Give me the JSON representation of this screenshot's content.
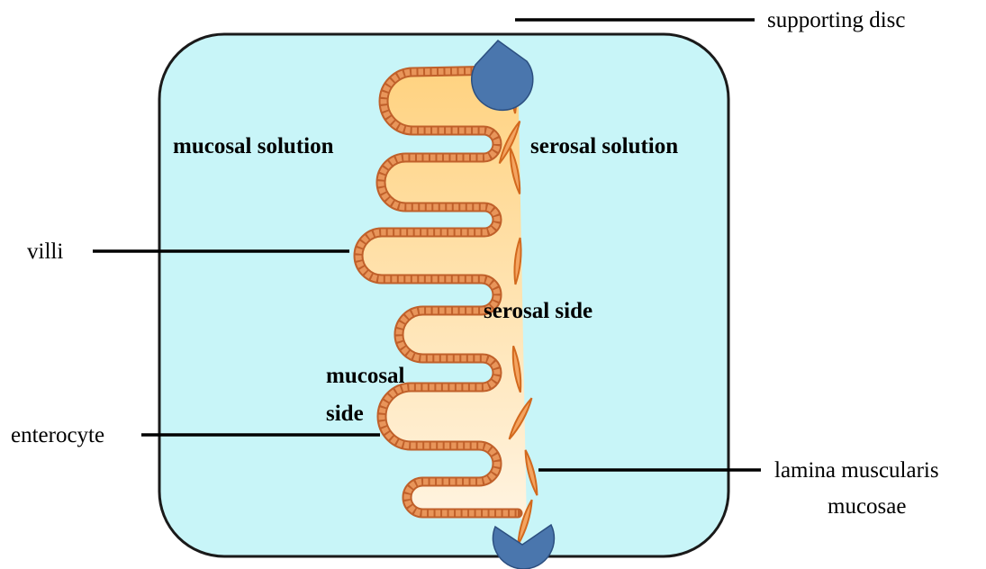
{
  "labels": {
    "supporting_disc": "supporting disc",
    "mucosal_solution": "mucosal solution",
    "serosal_solution": "serosal solution",
    "villi": "villi",
    "serosal_side": "serosal side",
    "mucosal_side_line1": "mucosal",
    "mucosal_side_line2": "side",
    "enterocyte": "enterocyte",
    "lamina_line1": "lamina muscularis",
    "lamina_line2": "mucosae"
  },
  "colors": {
    "chamber_fill": "#c8f5f8",
    "chamber_stroke": "#1a1a1a",
    "tissue_top": "#ffd27f",
    "tissue_bottom": "#fff4e2",
    "cell_fill": "#e8955a",
    "cell_stroke": "#c0602a",
    "muscle_fill": "#f4a460",
    "muscle_stroke": "#d2691e",
    "disc_fill": "#4a76ad",
    "disc_stroke": "#2c4f80"
  }
}
